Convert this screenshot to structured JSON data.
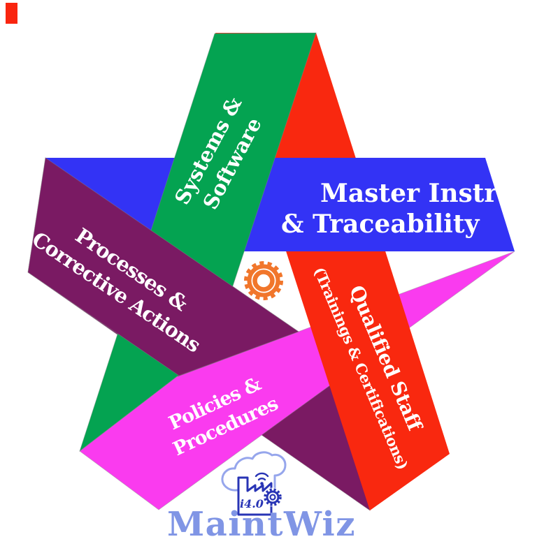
{
  "diagram": {
    "corner_mark_color": "#f9250f",
    "center_gear_color": "#f1762b",
    "ribbons": [
      {
        "name": "systems-software",
        "color": "#04a351",
        "line1": "Systems &",
        "line2": "Software"
      },
      {
        "name": "master-instruments",
        "color": "#3333f5",
        "line1": "Master Instruments",
        "line2": "& Traceability"
      },
      {
        "name": "qualified-staff",
        "color": "#f9280f",
        "line1": "Qualified Staff",
        "line2": "(Trainings & Certifications)"
      },
      {
        "name": "processes-actions",
        "color": "#7a1a63",
        "line1": "Processes &",
        "line2": "Corrective Actions"
      },
      {
        "name": "policies-procedures",
        "color": "#fa3bef",
        "line1": "Policies &",
        "line2": "Procedures"
      }
    ],
    "logo": {
      "badge": "i4.0",
      "brand": "MaintWiz",
      "brand_color": "#8095e5",
      "cloud_color": "#96a6ec",
      "icon_color": "#2834b5"
    }
  }
}
